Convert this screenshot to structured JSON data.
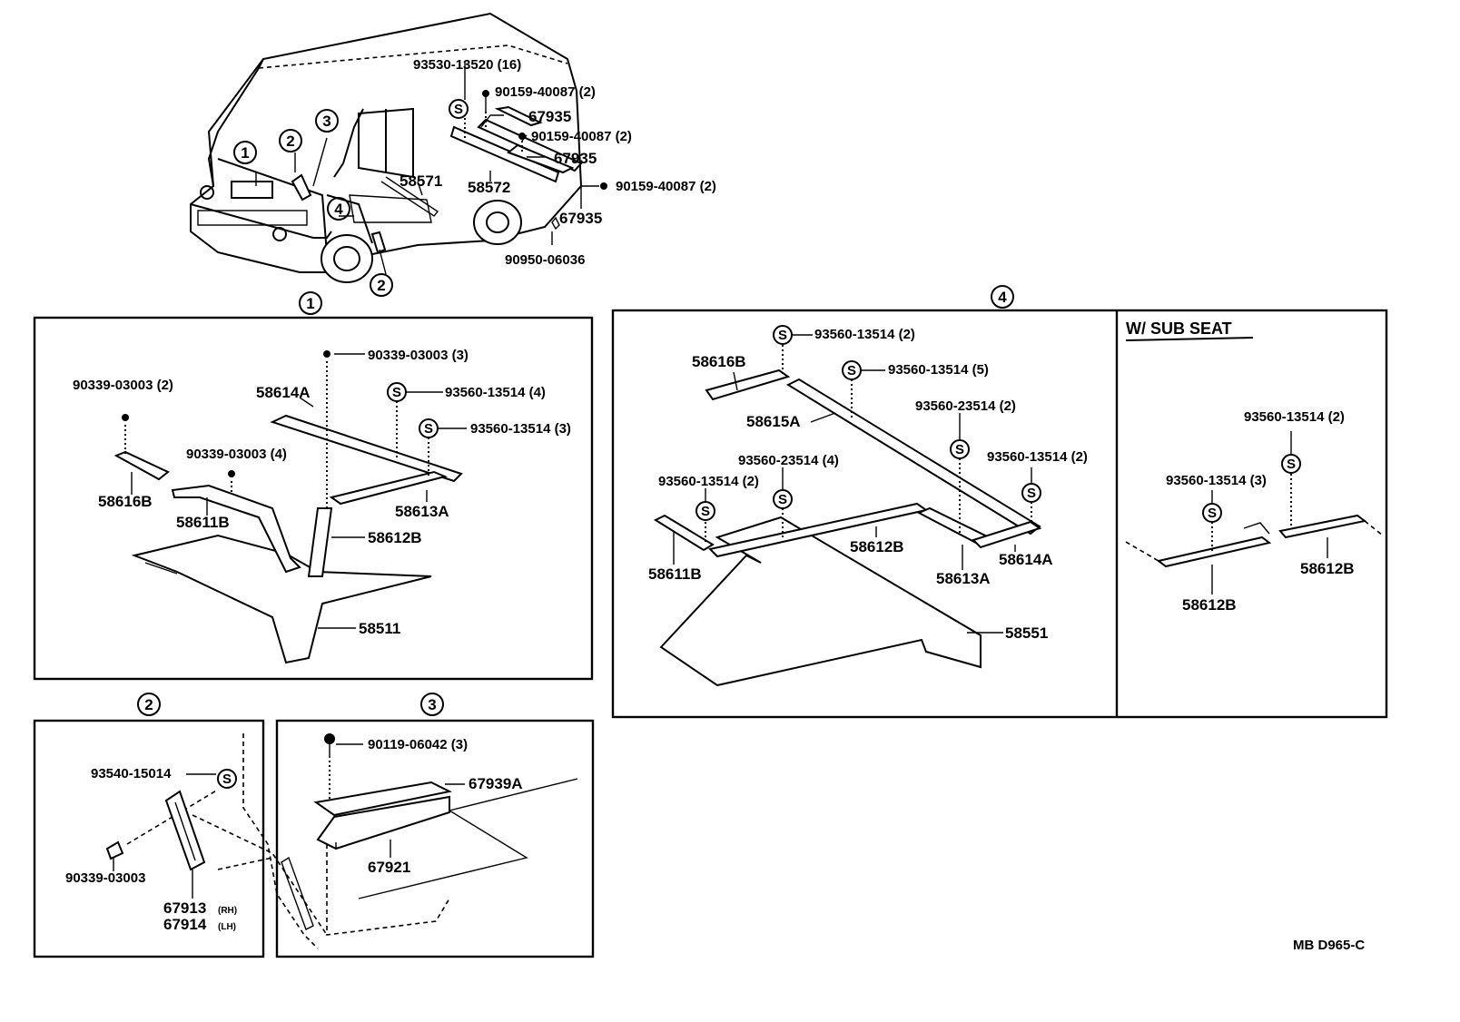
{
  "vehicle": {
    "labels": {
      "p1": "93530-13520 (16)",
      "p2": "90159-40087 (2)",
      "p3": "67935",
      "p4": "90159-40087 (2)",
      "p5": "67935",
      "p6": "58571",
      "p7": "58572",
      "p8": "90159-40087 (2)",
      "p9": "67935",
      "p10": "90950-06036"
    },
    "callouts": [
      "1",
      "2",
      "3",
      "4",
      "2"
    ]
  },
  "section1": {
    "marker": "1",
    "labels": {
      "a": "90339-03003 (3)",
      "b": "90339-03003 (2)",
      "c": "58614A",
      "d": "93560-13514 (4)",
      "e": "93560-13514 (3)",
      "f": "90339-03003 (4)",
      "g": "58616B",
      "h": "58611B",
      "i": "58613A",
      "j": "58612B",
      "k": "58511"
    }
  },
  "section2": {
    "marker": "2",
    "labels": {
      "a": "93540-15014",
      "b": "90339-03003",
      "c": "67913",
      "c_sfx": "(RH)",
      "d": "67914",
      "d_sfx": "(LH)"
    }
  },
  "section3": {
    "marker": "3",
    "labels": {
      "a": "90119-06042 (3)",
      "b": "67939A",
      "c": "67921"
    }
  },
  "section4": {
    "marker": "4",
    "labels": {
      "a": "93560-13514 (2)",
      "b": "58616B",
      "c": "93560-13514 (5)",
      "d": "93560-23514 (2)",
      "e": "58615A",
      "f": "93560-23514 (4)",
      "g": "93560-13514 (2)",
      "h": "93560-13514 (2)",
      "i": "58611B",
      "j": "58612B",
      "k": "58613A",
      "l": "58614A",
      "m": "58551"
    }
  },
  "subseat": {
    "title": "W/ SUB SEAT",
    "labels": {
      "a": "93560-13514 (2)",
      "b": "93560-13514 (3)",
      "c": "58612B",
      "d": "58612B"
    }
  },
  "s_symbol": "S",
  "footer": {
    "code": "MB  D965-C"
  }
}
